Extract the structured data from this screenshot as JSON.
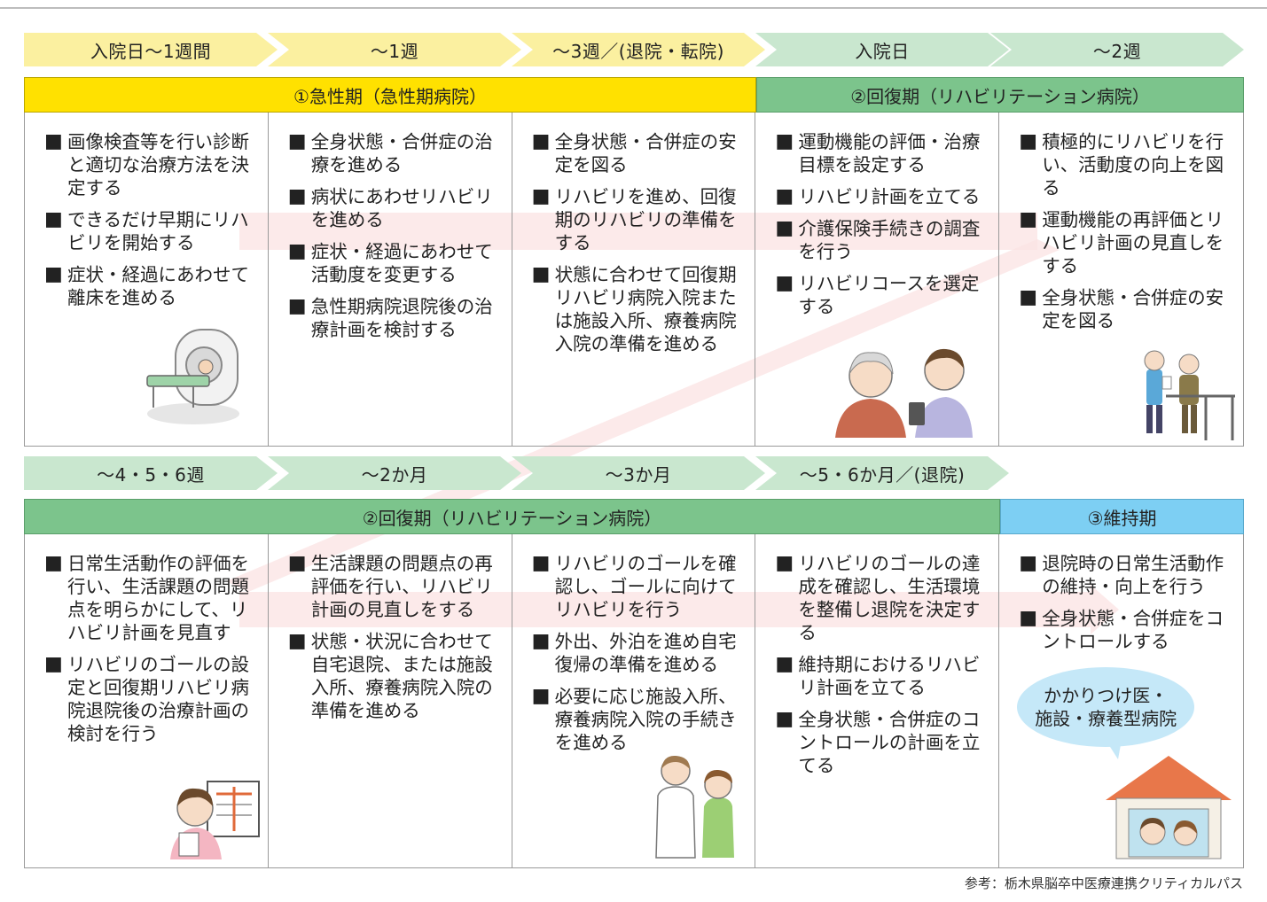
{
  "row1": {
    "periods": [
      "入院日〜1週間",
      "〜1週",
      "〜3週／(退院・転院)",
      "入院日",
      "〜2週"
    ],
    "phase_acute": "①急性期（急性期病院）",
    "phase_recovery": "②回復期（リハビリテーション病院）",
    "cells": [
      [
        "画像検査等を行い診断と適切な治療方法を決定する",
        "できるだけ早期にリハビリを開始する",
        "症状・経過にあわせて離床を進める"
      ],
      [
        "全身状態・合併症の治療を進める",
        "病状にあわせリハビリを進める",
        "症状・経過にあわせて活動度を変更する",
        "急性期病院退院後の治療計画を検討する"
      ],
      [
        "全身状態・合併症の安定を図る",
        "リハビリを進め、回復期のリハビリの準備をする",
        "状態に合わせて回復期リハビリ病院入院または施設入所、療養病院入院の準備を進める"
      ],
      [
        "運動機能の評価・治療目標を設定する",
        "リハビリ計画を立てる",
        "介護保険手続きの調査を行う",
        "リハビリコースを選定する"
      ],
      [
        "積極的にリハビリを行い、活動度の向上を図る",
        "運動機能の再評価とリハビリ計画の見直しをする",
        "全身状態・合併症の安定を図る"
      ]
    ]
  },
  "row2": {
    "periods": [
      "〜4・5・6週",
      "〜2か月",
      "〜3か月",
      "〜5・6か月／(退院)"
    ],
    "phase_recovery": "②回復期（リハビリテーション病院）",
    "phase_maintenance": "③維持期",
    "cells": [
      [
        "日常生活動作の評価を行い、生活課題の問題点を明らかにして、リハビリ計画を見直す",
        "リハビリのゴールの設定と回復期リハビリ病院退院後の治療計画の検討を行う"
      ],
      [
        "生活課題の問題点の再評価を行い、リハビリ計画の見直しをする",
        "状態・状況に合わせて自宅退院、または施設入所、療養病院入院の準備を進める"
      ],
      [
        "リハビリのゴールを確認し、ゴールに向けてリハビリを行う",
        "外出、外泊を進め自宅復帰の準備を進める",
        "必要に応じ施設入所、療養病院入院の手続きを進める"
      ],
      [
        "リハビリのゴールの達成を確認し、生活環境を整備し退院を決定する",
        "維持期におけるリハビリ計画を立てる",
        "全身状態・合併症のコントロールの計画を立てる"
      ],
      [
        "退院時の日常生活動作の維持・向上を行う",
        "全身状態・合併症をコントロールする"
      ]
    ],
    "bubble": [
      "かかりつけ医・",
      "施設・療養型病院"
    ]
  },
  "source": "参考：栃木県脳卒中医療連携クリティカルパス",
  "colors": {
    "arrow_yellow": "#fbf0a0",
    "arrow_green": "#c9e7cf",
    "phase_yellow": "#ffe100",
    "phase_green": "#7cc48c",
    "phase_blue": "#7dcff3",
    "flow_band": "#fbe3e3"
  }
}
